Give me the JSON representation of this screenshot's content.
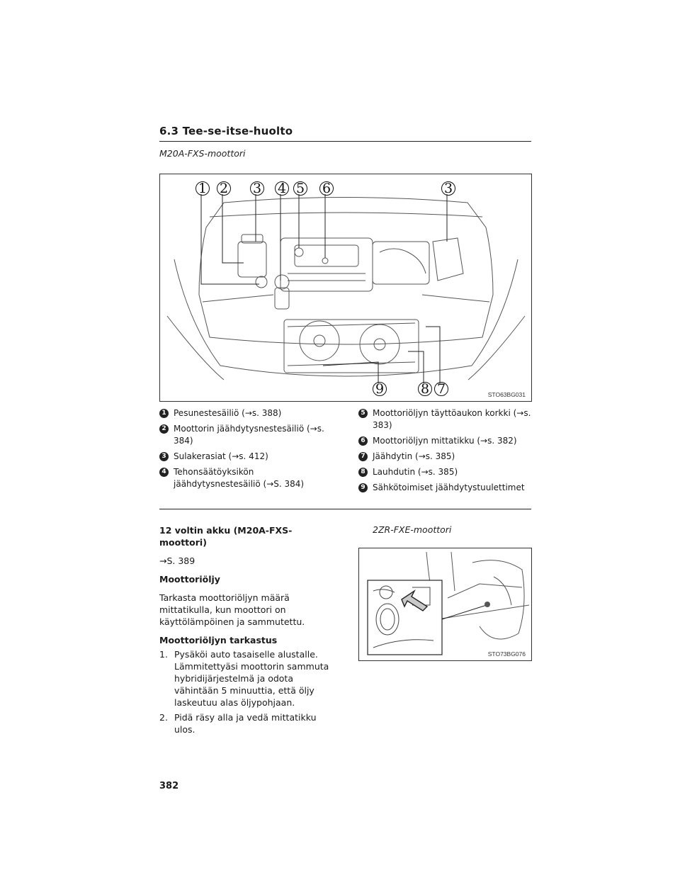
{
  "header": {
    "section_title": "6.3 Tee-se-itse-huolto"
  },
  "figure1": {
    "subtitle": "M20A-FXS-moottori",
    "code": "STO63BG031",
    "callouts_top": [
      "1",
      "2",
      "3",
      "4",
      "5",
      "6",
      "3"
    ],
    "callouts_bottom": [
      "9",
      "8",
      "7"
    ]
  },
  "legend": {
    "left": [
      {
        "num": "1",
        "text": "Pesunestesäiliö (→s. 388)"
      },
      {
        "num": "2",
        "text": "Moottorin jäähdytysnestesäiliö (→s. 384)"
      },
      {
        "num": "3",
        "text": "Sulakerasiat (→s. 412)"
      },
      {
        "num": "4",
        "text": "Tehonsäätöyksikön jäähdytysnestesäiliö (→S. 384)"
      }
    ],
    "right": [
      {
        "num": "5",
        "text": "Moottoriöljyn täyttöaukon korkki (→s. 383)"
      },
      {
        "num": "6",
        "text": "Moottoriöljyn mittatikku (→s. 382)"
      },
      {
        "num": "7",
        "text": "Jäähdytin (→s. 385)"
      },
      {
        "num": "8",
        "text": "Lauhdutin (→s. 385)"
      },
      {
        "num": "9",
        "text": "Sähkötoimiset jäähdytystuulettimet"
      }
    ]
  },
  "battery": {
    "heading": "12 voltin akku (M20A-FXS-moottori)",
    "ref": "→S. 389"
  },
  "oil": {
    "heading": "Moottoriöljy",
    "body": "Tarkasta moottoriöljyn määrä mittatikulla, kun moottori on käyttölämpöinen ja sammutettu.",
    "check_heading": "Moottoriöljyn tarkastus",
    "steps": [
      {
        "n": "1.",
        "text": "Pysäköi auto tasaiselle alustalle. Lämmitettyäsi moottorin sammuta hybridijärjestelmä ja odota vähintään 5 minuuttia, että öljy laskeutuu alas öljypohjaan."
      },
      {
        "n": "2.",
        "text": "Pidä räsy alla ja vedä mittatikku ulos."
      }
    ]
  },
  "figure2": {
    "subtitle": "2ZR-FXE-moottori",
    "code": "STO73BG076"
  },
  "footer": {
    "page_number": "382"
  }
}
